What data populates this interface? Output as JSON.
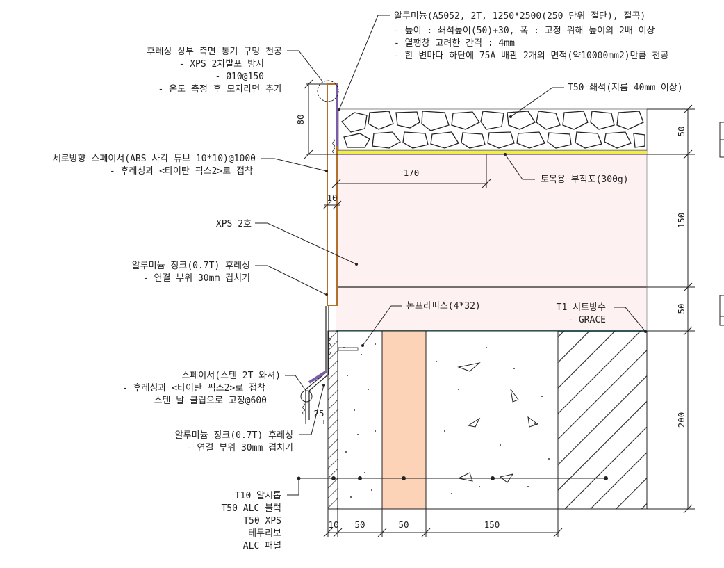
{
  "annotations": {
    "top_right": [
      "알루미늄(A5052, 2T, 1250*2500(250 단위 절단), 절곡)",
      "- 높이 : 쇄석높이(50)+30, 폭 : 고정 위해 높이의 2배 이상",
      "- 열팽창 고려한 간격 : 4mm",
      "- 한 변마다 하단에 75A 배관 2개의 면적(약10000mm2)만큼 천공"
    ],
    "vent": [
      "후레싱 상부 측면 통기 구멍 천공",
      "- XPS 2차발포 방지",
      "- Ø10@150",
      "- 온도 측정 후 모자라면 추가"
    ],
    "gravel": "T50 쇄석(지름 40mm 이상)",
    "spacer_vertical": [
      "세로방향 스페이서(ABS 사각 튜브 10*10)@1000",
      "- 후레싱과 <타이탄 픽스2>로 접착"
    ],
    "geotextile": "토목용 부직포(300g)",
    "xps": "XPS 2호",
    "flashing_top": [
      "알루미늄 징크(0.7T) 후레싱",
      "- 연결 부위 30mm 겹치기"
    ],
    "nonslip": "논프라피스(4*32)",
    "membrane": [
      "T1 시트방수",
      "- GRACE"
    ],
    "spacer_steel": [
      "스페이서(스텐 2T 와셔)",
      "- 후레싱과 <타이탄 픽스2>로 접착",
      "스텐 날 클립으로 고정@600"
    ],
    "flashing_bottom": [
      "알루미늄 징크(0.7T) 후레싱",
      "- 연결 부위 30mm 겹치기"
    ],
    "wall_layers": [
      "T10 알시톱",
      "T50 ALC 블럭",
      "T50 XPS",
      "테두리보",
      "ALC 패널"
    ]
  },
  "dimensions": {
    "left_80": "80",
    "span_170": "170",
    "gap_10": "10",
    "slope_25": "25",
    "right": [
      "50",
      "150",
      "50",
      "200"
    ],
    "bottom": [
      "10",
      "50",
      "50",
      "150"
    ]
  },
  "colors": {
    "flashing": "#b3702a",
    "xps_fill": "#fdf1f1",
    "geotextile": "#f2ef3c",
    "insulation": "#fdd3b8",
    "membrane": "#3f8f86",
    "line": "#222222"
  }
}
